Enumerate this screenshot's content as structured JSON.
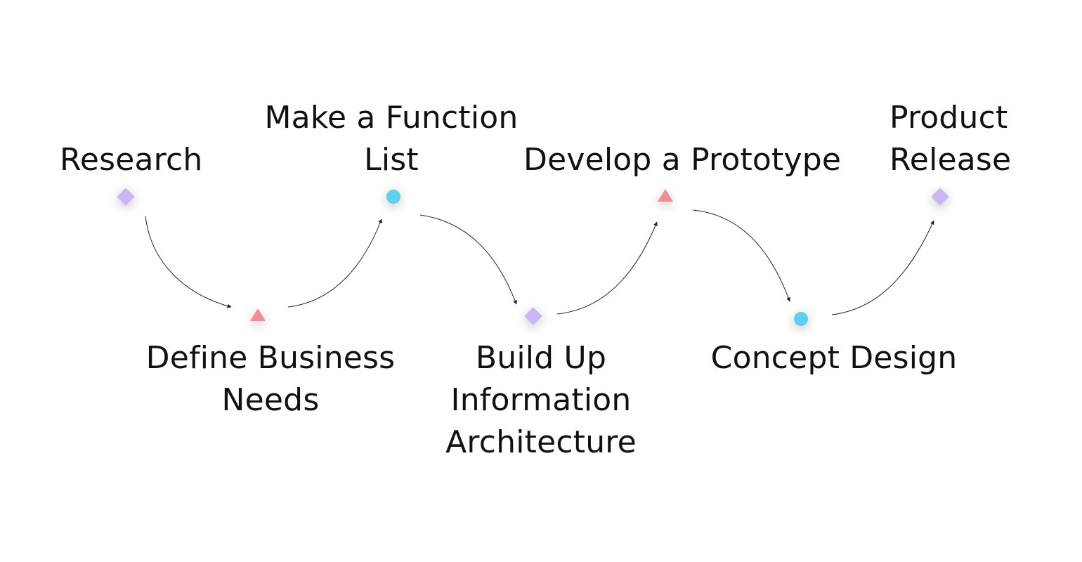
{
  "diagram": {
    "steps": [
      {
        "label": "Research",
        "marker": "diamond-icon",
        "color": "#c8b6f5"
      },
      {
        "label": "Define Business\nNeeds",
        "marker": "triangle-icon",
        "color": "#f48a96"
      },
      {
        "label": "Make a Function\nList",
        "marker": "circle-icon",
        "color": "#5ed0ee"
      },
      {
        "label": "Build Up\nInformation\nArchitecture",
        "marker": "diamond-icon",
        "color": "#c8b6f5"
      },
      {
        "label": "Develop a Prototype",
        "marker": "triangle-icon",
        "color": "#f48a96"
      },
      {
        "label": "Concept Design",
        "marker": "circle-icon",
        "color": "#5ed0ee"
      },
      {
        "label": "Product\nRelease",
        "marker": "diamond-icon",
        "color": "#c8b6f5"
      }
    ],
    "connector_color": "#222222"
  }
}
